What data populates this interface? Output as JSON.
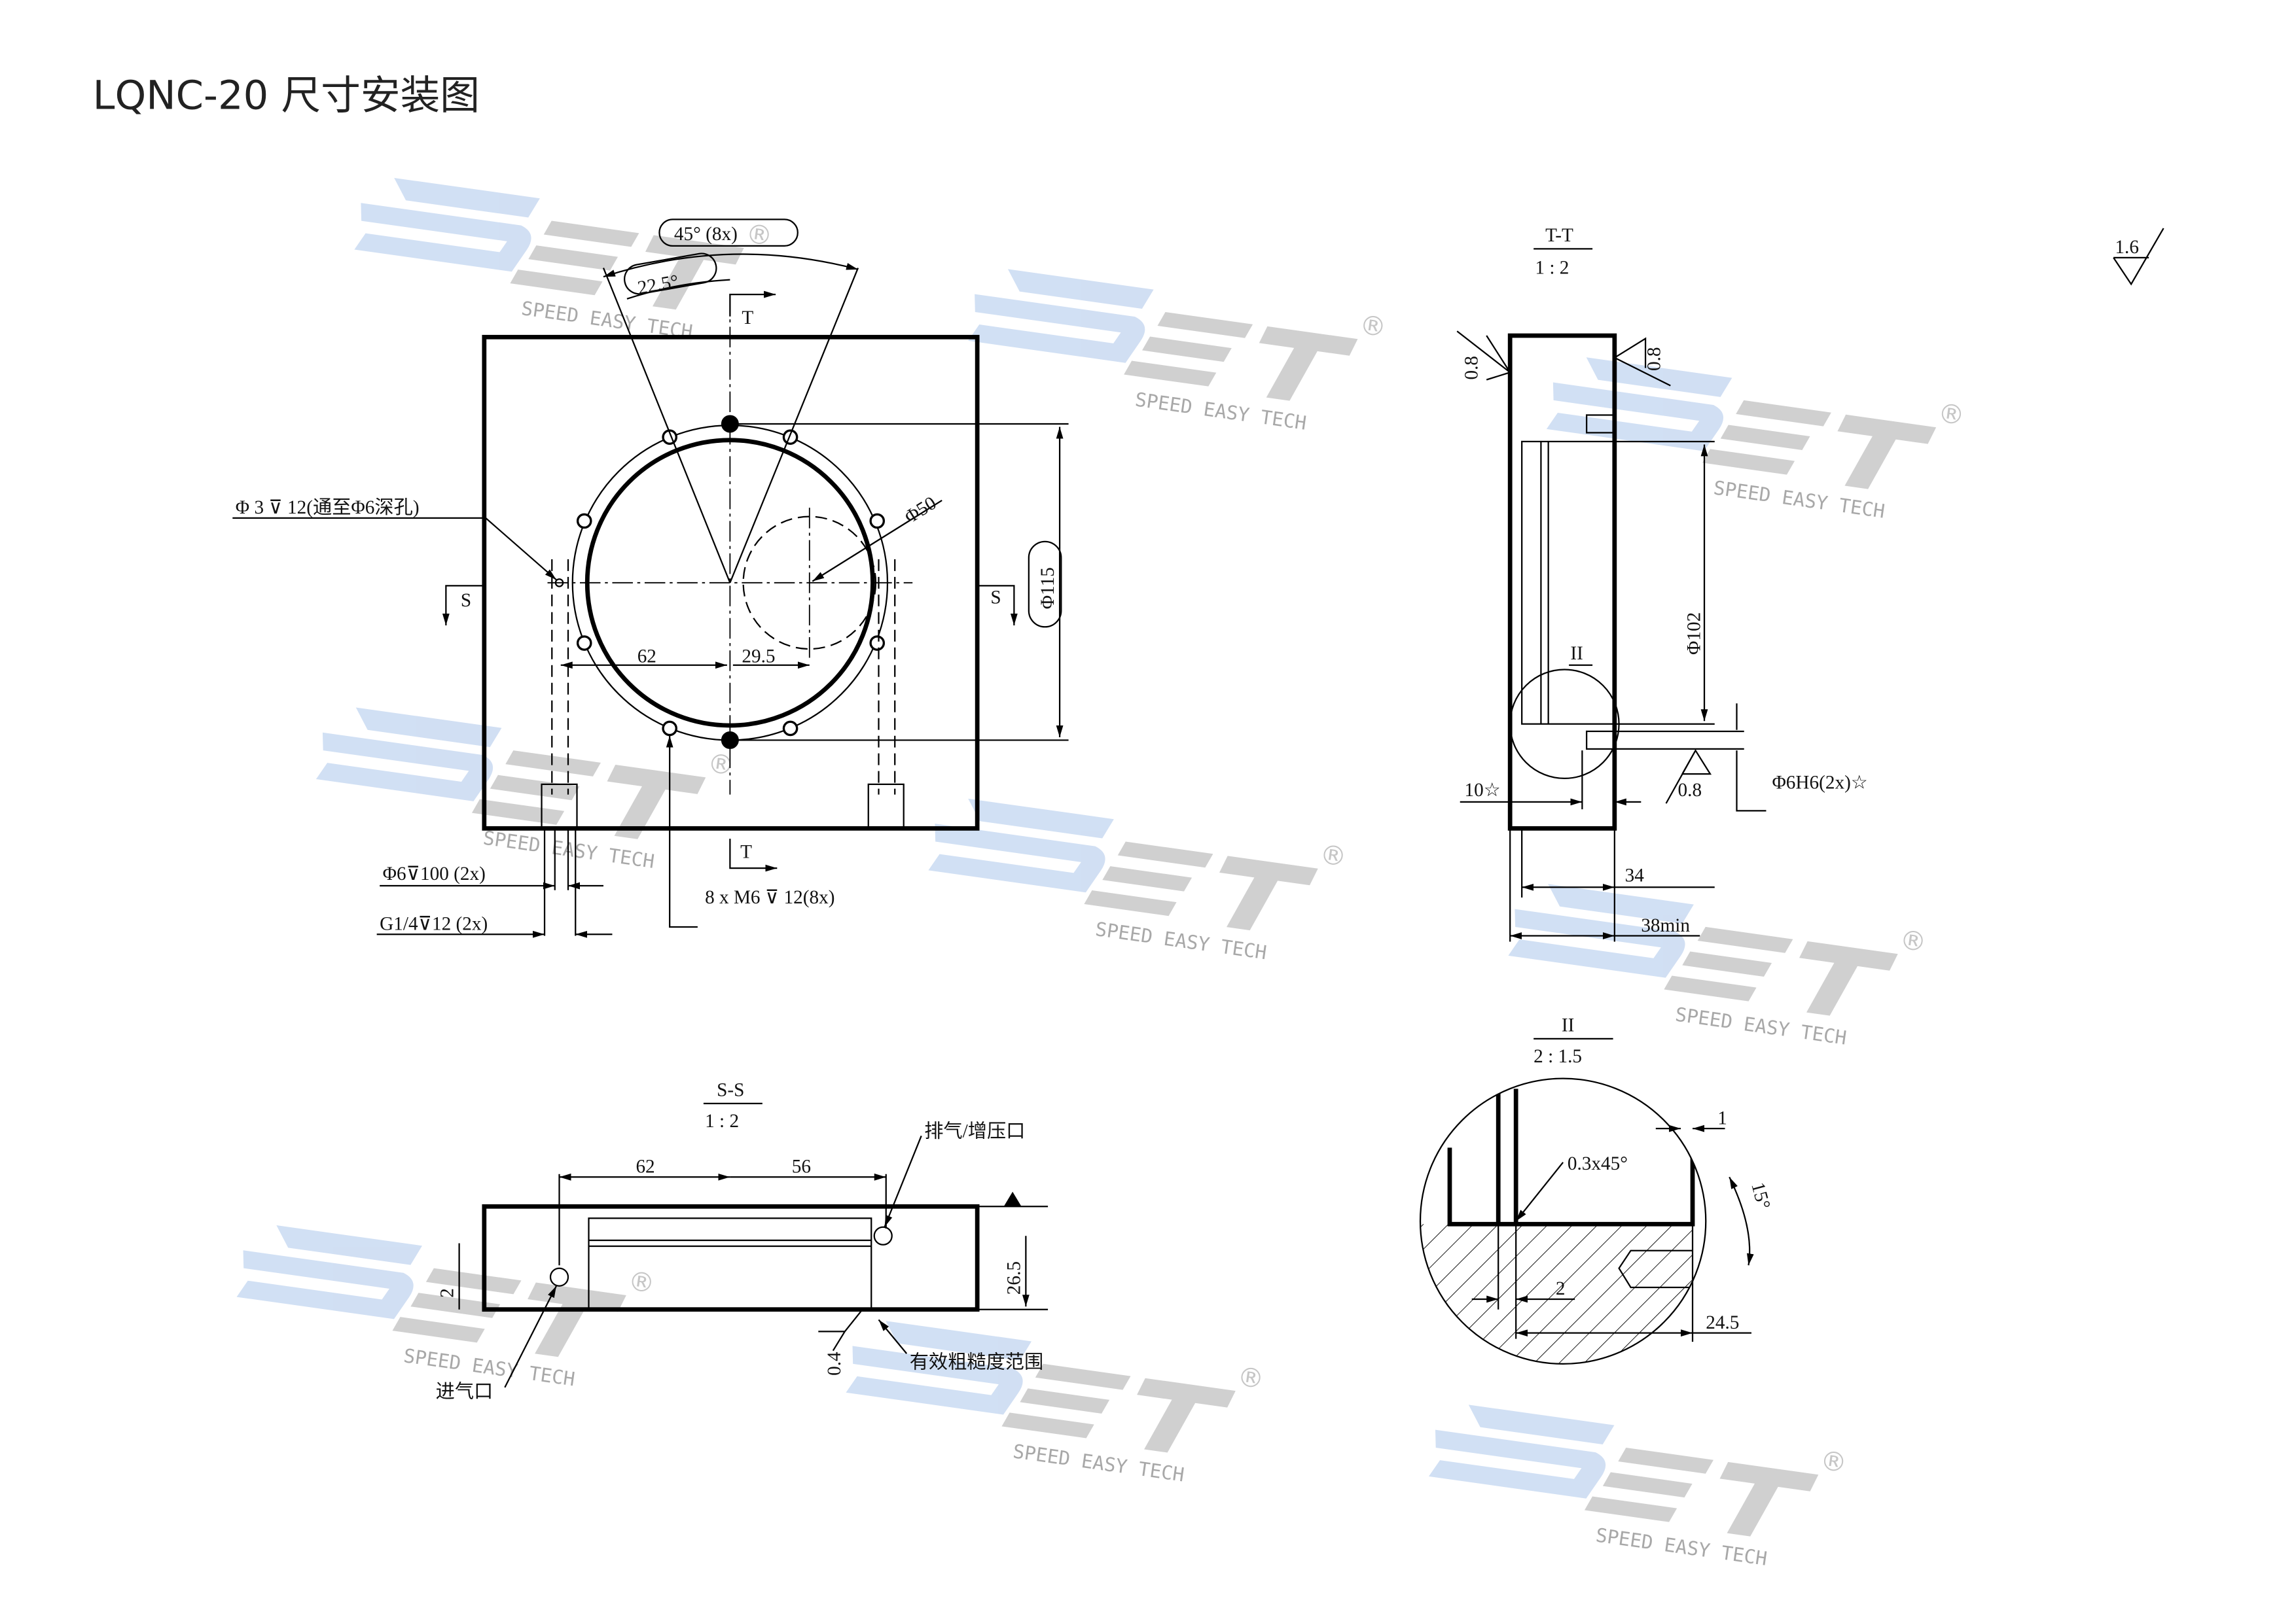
{
  "title": "LQNC-20 尺寸安装图",
  "watermark": {
    "logo_letters": "SET",
    "tagline": "SPEED EASY TECH",
    "registered": "®",
    "colors": {
      "s": "#c9daf2",
      "et": "#c8c8c8"
    }
  },
  "front_view": {
    "angle_45": "45°  (8x)",
    "angle_22": "22.5°",
    "section_t": "T",
    "section_s": "S",
    "dia_115": "Φ115",
    "dia_50": "Φ50",
    "dim_62": "62",
    "dim_29_5": "29.5",
    "hole_callout": "Φ 3 ⊽ 12(通至Φ6深孔)",
    "port_callout_1": "Φ6⊽100 (2x)",
    "port_callout_2": "G1/4⊽12 (2x)",
    "thread_callout": "8 x M6 ⊽ 12(8x)"
  },
  "tt_view": {
    "name": "T-T",
    "scale": "1 : 2",
    "rough_left": "0.8",
    "rough_right": "0.8",
    "dia_102": "Φ102",
    "detail_ref": "II",
    "depth_10": "10☆",
    "pin_hole": "Φ6H6(2x)☆",
    "rough_pin": "0.8",
    "dim_34": "34",
    "dim_38": "38min"
  },
  "general_roughness": "1.6",
  "ss_view": {
    "name": "S-S",
    "scale": "1 : 2",
    "dim_62": "62",
    "dim_56": "56",
    "dim_26_5": "26.5",
    "dim_2": "2",
    "rough_04": "0.4",
    "exhaust": "排气/增压口",
    "effective": "有效粗糙度范围",
    "inlet": "进气口"
  },
  "detail_view": {
    "name": "II",
    "scale": "2 : 1.5",
    "dim_1": "1",
    "chamfer": "0.3x45°",
    "angle_15": "15°",
    "dim_2": "2",
    "dim_24_5": "24.5"
  }
}
